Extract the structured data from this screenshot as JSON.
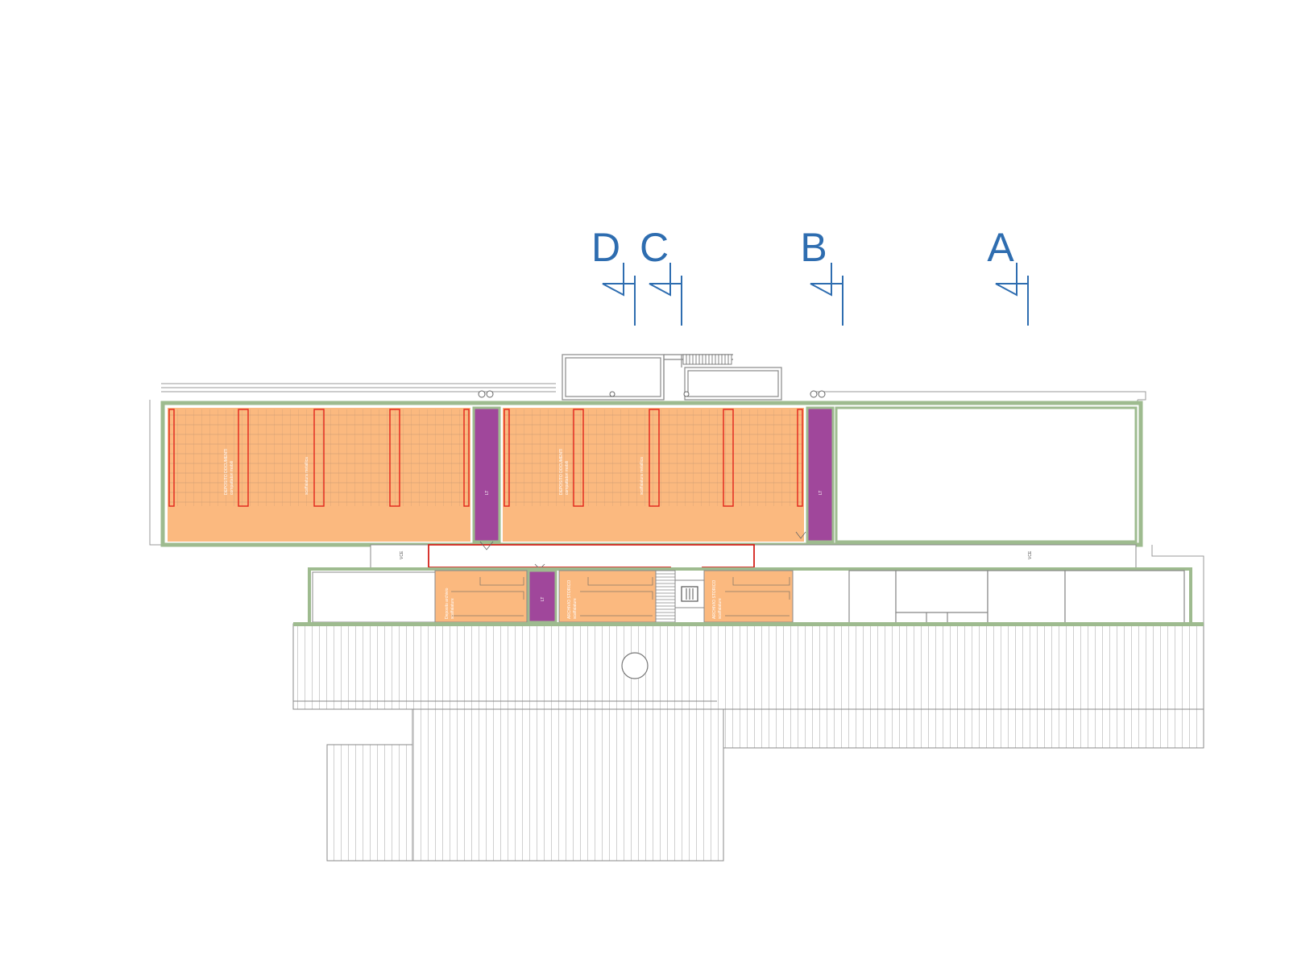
{
  "colors": {
    "storage_fill": "#fbb97f",
    "core_fill": "#a0479b",
    "wall_green": "#9ebb8f",
    "section_blue": "#2e6db0",
    "shelf_red": "#e2231a",
    "line_gray": "#777777"
  },
  "section_markers": [
    {
      "letter": "D"
    },
    {
      "letter": "C"
    },
    {
      "letter": "B"
    },
    {
      "letter": "A"
    }
  ],
  "rooms": {
    "storage_left": {
      "label_1": "DEPOSITO DOCUMENTI",
      "label_2": "compattatori mobili",
      "label_3": "scaffalatura metallica"
    },
    "storage_mid": {
      "label_1": "DEPOSITO DOCUMENTI",
      "label_2": "compattatori mobili",
      "label_3": "scaffalatura metallica"
    },
    "core_left": {
      "label": "LT"
    },
    "core_right": {
      "label": "LT"
    },
    "core_small": {
      "label": "LT"
    },
    "corridor_left": {
      "label": "VCE"
    },
    "corridor_right": {
      "label": "VCE"
    },
    "office_1": {
      "label_1": "Deposito archivio",
      "label_2": "scaffalature"
    },
    "office_2": {
      "label_1": "ARCHIVIO STORICO",
      "label_2": "scaffalature"
    },
    "office_3": {
      "label_1": "ARCHIVIO STORICO",
      "label_2": "scaffalature"
    }
  }
}
